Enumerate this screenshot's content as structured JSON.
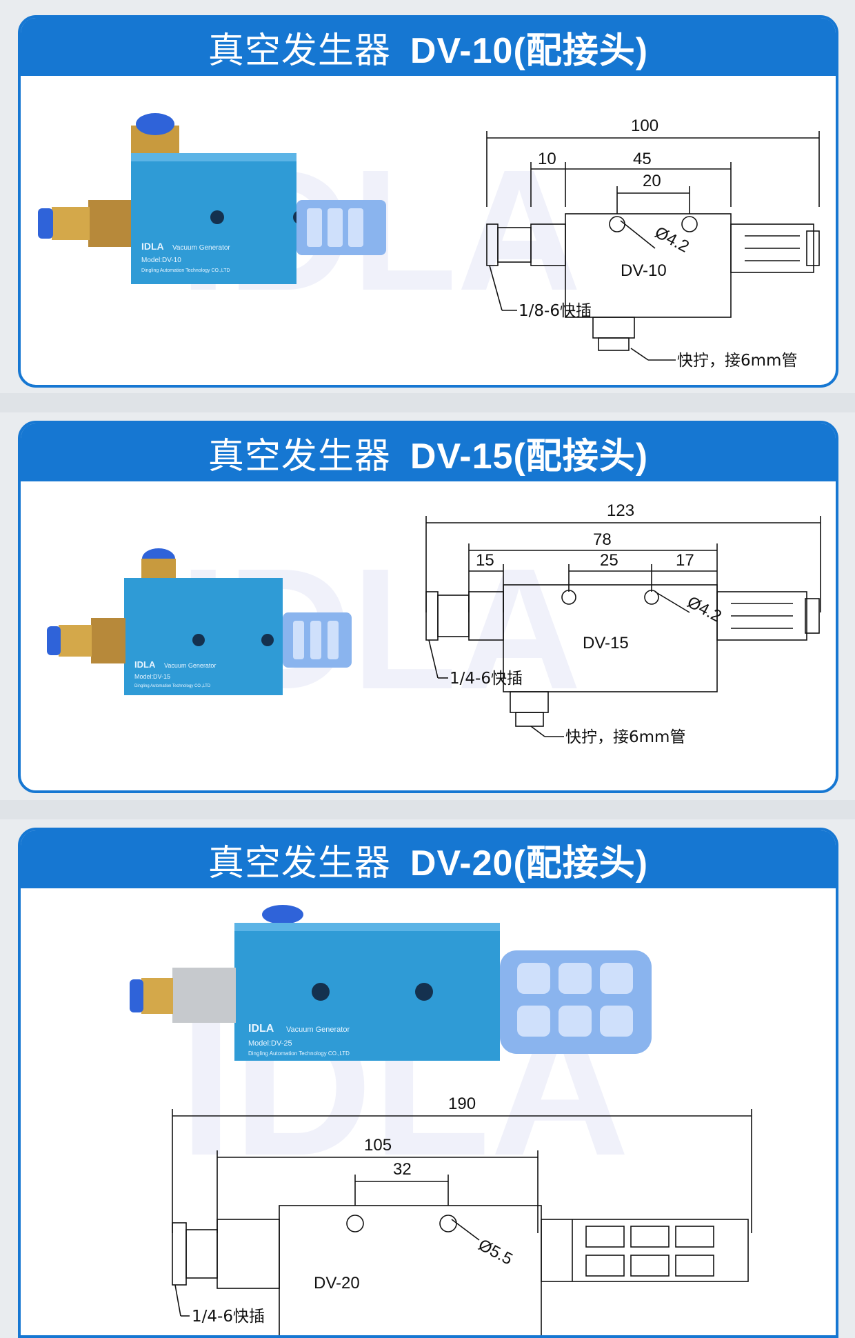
{
  "sections": [
    {
      "title_zh": "真空发生器",
      "title_model": "DV-10(配接头)",
      "photo_label_brand": "IDLA",
      "photo_label_product": "Vacuum Generator",
      "photo_label_model": "Model:DV-10",
      "photo_label_company": "Dingling Automation Technology CO.,LTD",
      "drawing": {
        "model": "DV-10",
        "dim_total": "100",
        "dim_a": "10",
        "dim_b": "45",
        "dim_c": "20",
        "hole": "Ø4.2",
        "inlet_note": "1/8-6快插",
        "outlet_note": "快拧，接6mm管"
      }
    },
    {
      "title_zh": "真空发生器",
      "title_model": "DV-15(配接头)",
      "photo_label_brand": "IDLA",
      "photo_label_product": "Vacuum Generator",
      "photo_label_model": "Model:DV-15",
      "photo_label_company": "Dingling Automation Technology CO.,LTD",
      "drawing": {
        "model": "DV-15",
        "dim_total": "123",
        "dim_body": "78",
        "dim_a": "15",
        "dim_b": "25",
        "dim_c": "17",
        "hole": "Ø4.2",
        "inlet_note": "1/4-6快插",
        "outlet_note": "快拧，接6mm管"
      }
    },
    {
      "title_zh": "真空发生器",
      "title_model": "DV-20(配接头)",
      "photo_label_brand": "IDLA",
      "photo_label_product": "Vacuum Generator",
      "photo_label_model": "Model:DV-25",
      "photo_label_company": "Dingling Automation Technology CO.,LTD",
      "drawing": {
        "model": "DV-20",
        "dim_total": "190",
        "dim_body": "105",
        "dim_c": "32",
        "hole": "Ø5.5",
        "inlet_note": "1/4-6快插"
      }
    }
  ],
  "watermark": "IDLA",
  "colors": {
    "header_blue": "#1677d2",
    "body_blue": "#2f9bd6",
    "fitting_blue": "#2f63d9",
    "brass": "#c89a3e",
    "muffler": "#8ab4ee"
  }
}
